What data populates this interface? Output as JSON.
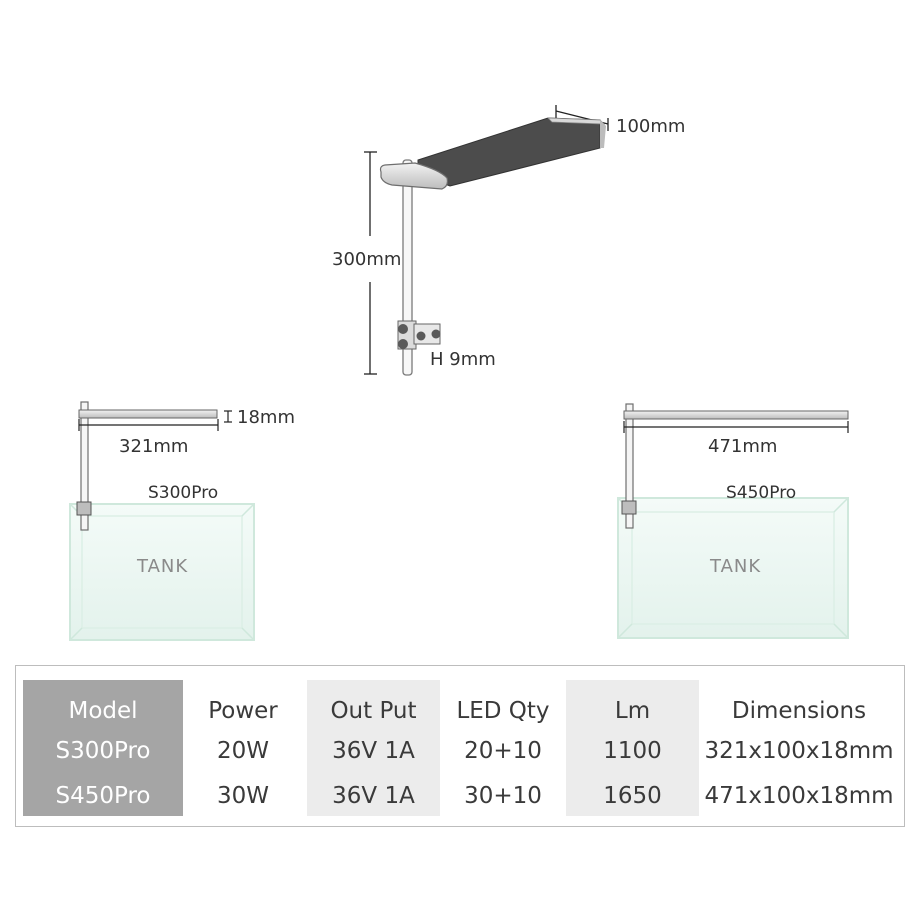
{
  "top_light": {
    "width_label": "100mm",
    "height_label": "300mm",
    "clamp_label": "H 9mm"
  },
  "left_setup": {
    "thickness_label": "18mm",
    "length_label": "321mm",
    "model": "S300Pro",
    "tank_label": "TANK"
  },
  "right_setup": {
    "length_label": "471mm",
    "model": "S450Pro",
    "tank_label": "TANK"
  },
  "spec_table": {
    "columns": [
      {
        "header": "Model",
        "rows": [
          "S300Pro",
          "S450Pro"
        ]
      },
      {
        "header": "Power",
        "rows": [
          "20W",
          "30W"
        ]
      },
      {
        "header": "Out Put",
        "rows": [
          "36V 1A",
          "36V 1A"
        ]
      },
      {
        "header": "LED Qty",
        "rows": [
          "20+10",
          "30+10"
        ]
      },
      {
        "header": "Lm",
        "rows": [
          "1100",
          "1650"
        ]
      },
      {
        "header": "Dimensions",
        "rows": [
          "321x100x18mm",
          "471x100x18mm"
        ]
      }
    ]
  },
  "colors": {
    "model_column_bg": "#a5a5a5",
    "alt_column_bg": "#ececec",
    "glass_edge": "#cfe8dc",
    "panel_dark": "#4a4a4a"
  }
}
